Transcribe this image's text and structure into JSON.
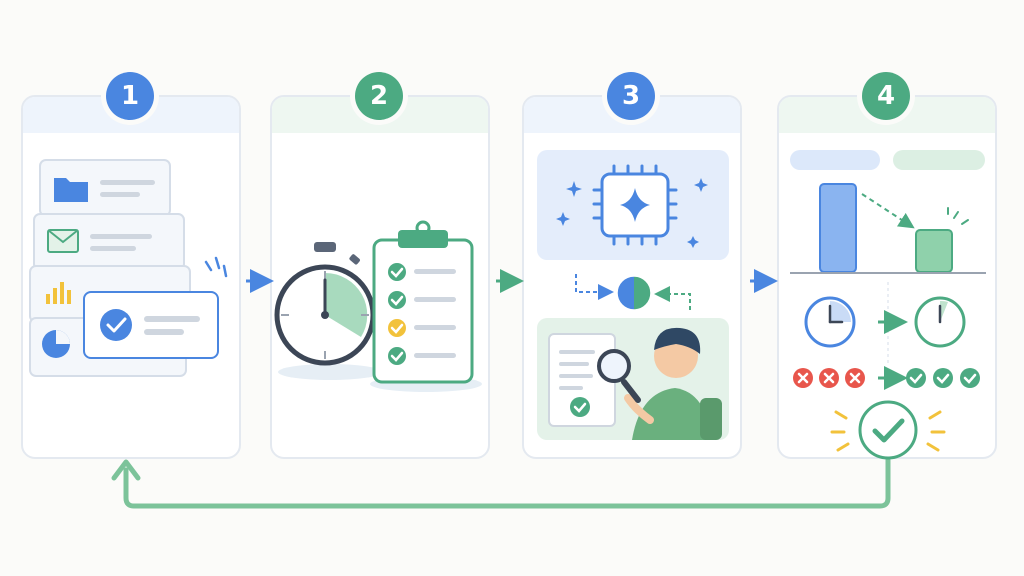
{
  "steps": [
    {
      "number": "1",
      "color": "#4a86e0",
      "band": "#eef4fc"
    },
    {
      "number": "2",
      "color": "#4caa82",
      "band": "#eef7f1"
    },
    {
      "number": "3",
      "color": "#4a86e0",
      "band": "#eef4fc"
    },
    {
      "number": "4",
      "color": "#4caa82",
      "band": "#eef7f1"
    }
  ],
  "colors": {
    "blue": "#4a86e0",
    "green": "#4caa82",
    "yellow": "#f2c23b",
    "red": "#e8564c",
    "light_blue": "#dce8fa",
    "light_green": "#dcefe3",
    "line_gray": "#cfd6df",
    "dark": "#3c4656"
  },
  "icons": [
    "folder-icon",
    "mail-icon",
    "bar-chart-icon",
    "pie-chart-icon",
    "check-icon",
    "stopwatch-icon",
    "clipboard-icon",
    "chip-icon",
    "sparkle-icon",
    "magnifier-icon",
    "person-icon",
    "clock-icon",
    "cross-icon",
    "arrow-right-icon",
    "loop-arrow-icon"
  ]
}
